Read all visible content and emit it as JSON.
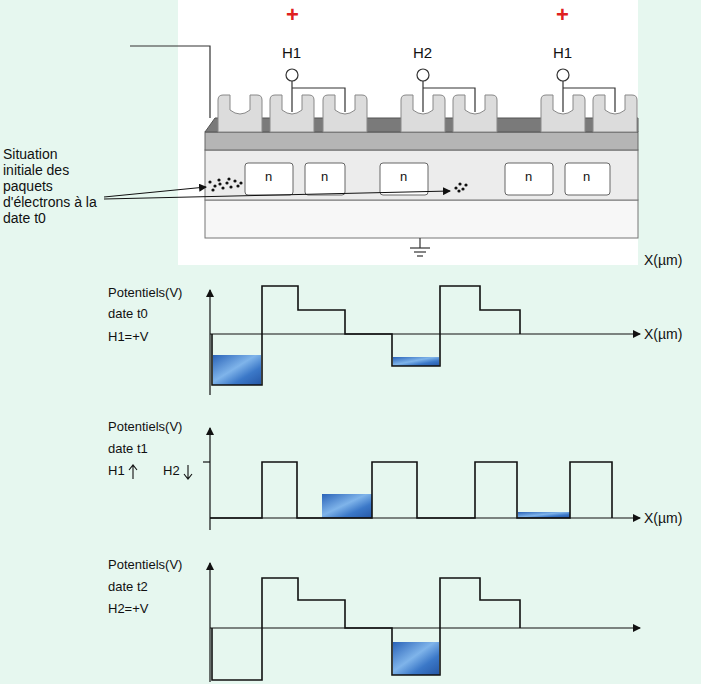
{
  "diagram": {
    "labels": [
      "+",
      "+",
      "H1",
      "H2",
      "H1",
      "Situation initiale des paquets d'électrons à la date t0",
      "n",
      "n",
      "n",
      "n",
      "n",
      "X(µm)",
      "Potentiels(V)",
      "date t0",
      "H1=+V",
      "X(µm)",
      "Potentiels(V)",
      "date t1",
      "H1",
      "H2",
      "X(µm)",
      "Potentiels(V)",
      "date t2",
      "H2=+V"
    ]
  }
}
